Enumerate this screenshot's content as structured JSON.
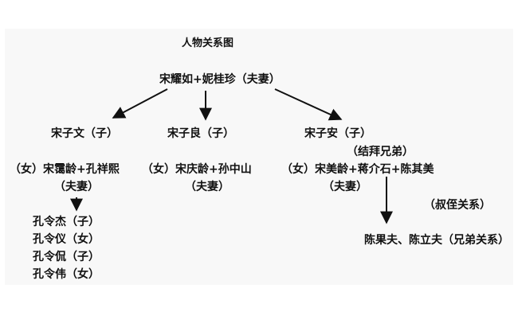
{
  "title": "人物关系图",
  "root": "宋耀如+妮桂珍（夫妻）",
  "children": [
    {
      "name": "宋子文（子）",
      "spouse_line": "（女）宋霭龄+孔祥熙",
      "relation": "（夫妻）"
    },
    {
      "name": "宋子良（子）",
      "spouse_line": "（女）宋庆龄+孙中山",
      "relation": "（夫妻）"
    },
    {
      "name": "宋子安（子）",
      "sworn_label": "（结拜兄弟）",
      "spouse_line": "（女）宋美龄+蒋介石+陈其美",
      "relation": "（夫妻）"
    }
  ],
  "kong_children": [
    "孔令杰（子）",
    "孔令仪（女）",
    "孔令侃（子）",
    "孔令伟（女）"
  ],
  "uncle_nephew_label": "（叔侄关系）",
  "chen_brothers": "陈果夫、陈立夫（兄弟关系）"
}
